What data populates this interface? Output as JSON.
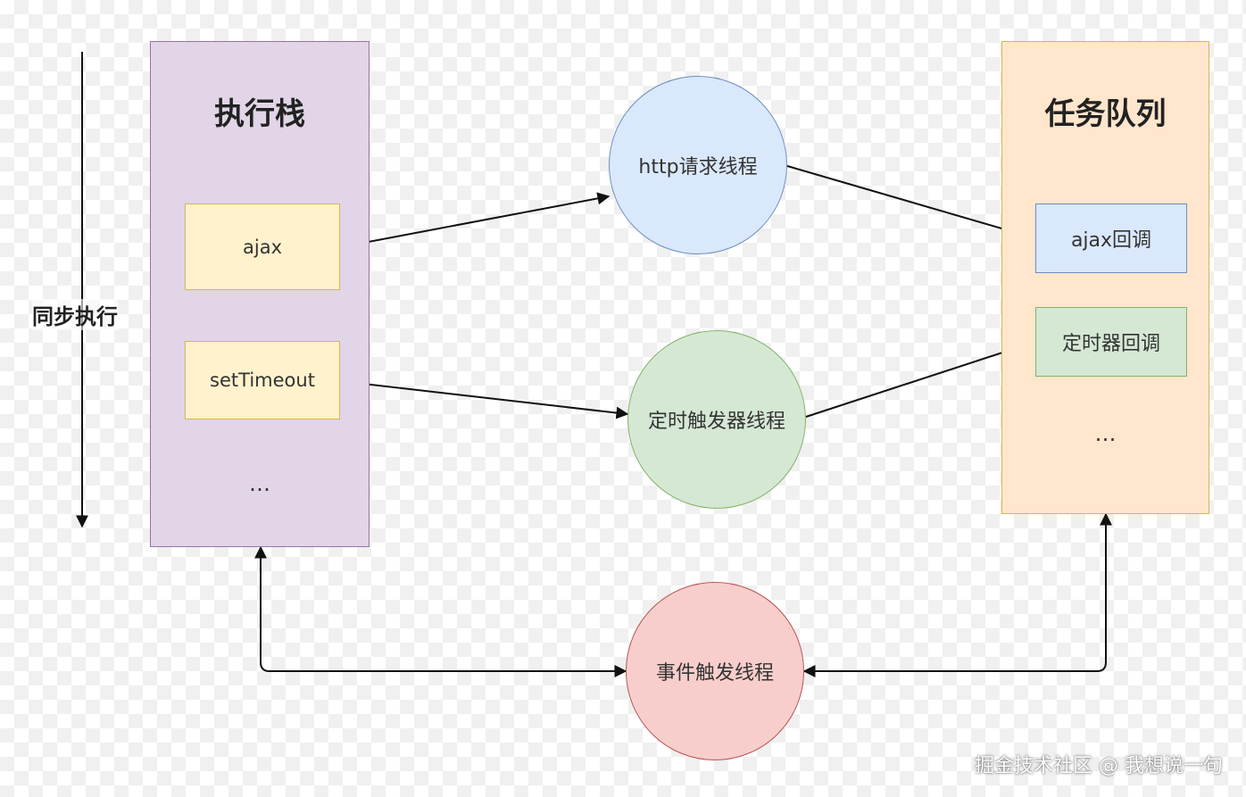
{
  "sync_label": "同步执行",
  "stack": {
    "title": "执行栈",
    "items": [
      "ajax",
      "setTimeout"
    ],
    "ellipsis": "…"
  },
  "queue": {
    "title": "任务队列",
    "items": [
      "ajax回调",
      "定时器回调"
    ],
    "ellipsis": "…"
  },
  "threads": {
    "http": "http请求线程",
    "timer": "定时触发器线程",
    "event": "事件触发线程"
  },
  "watermark": "掘金技术社区 @ 我想说一句",
  "colors": {
    "stack_fill": "#e1d5e7",
    "queue_fill": "#ffe6cc",
    "task_fill": "#fff2cc",
    "http_fill": "#dae8fc",
    "timer_fill": "#d5e8d4",
    "event_fill": "#f8cecc"
  }
}
